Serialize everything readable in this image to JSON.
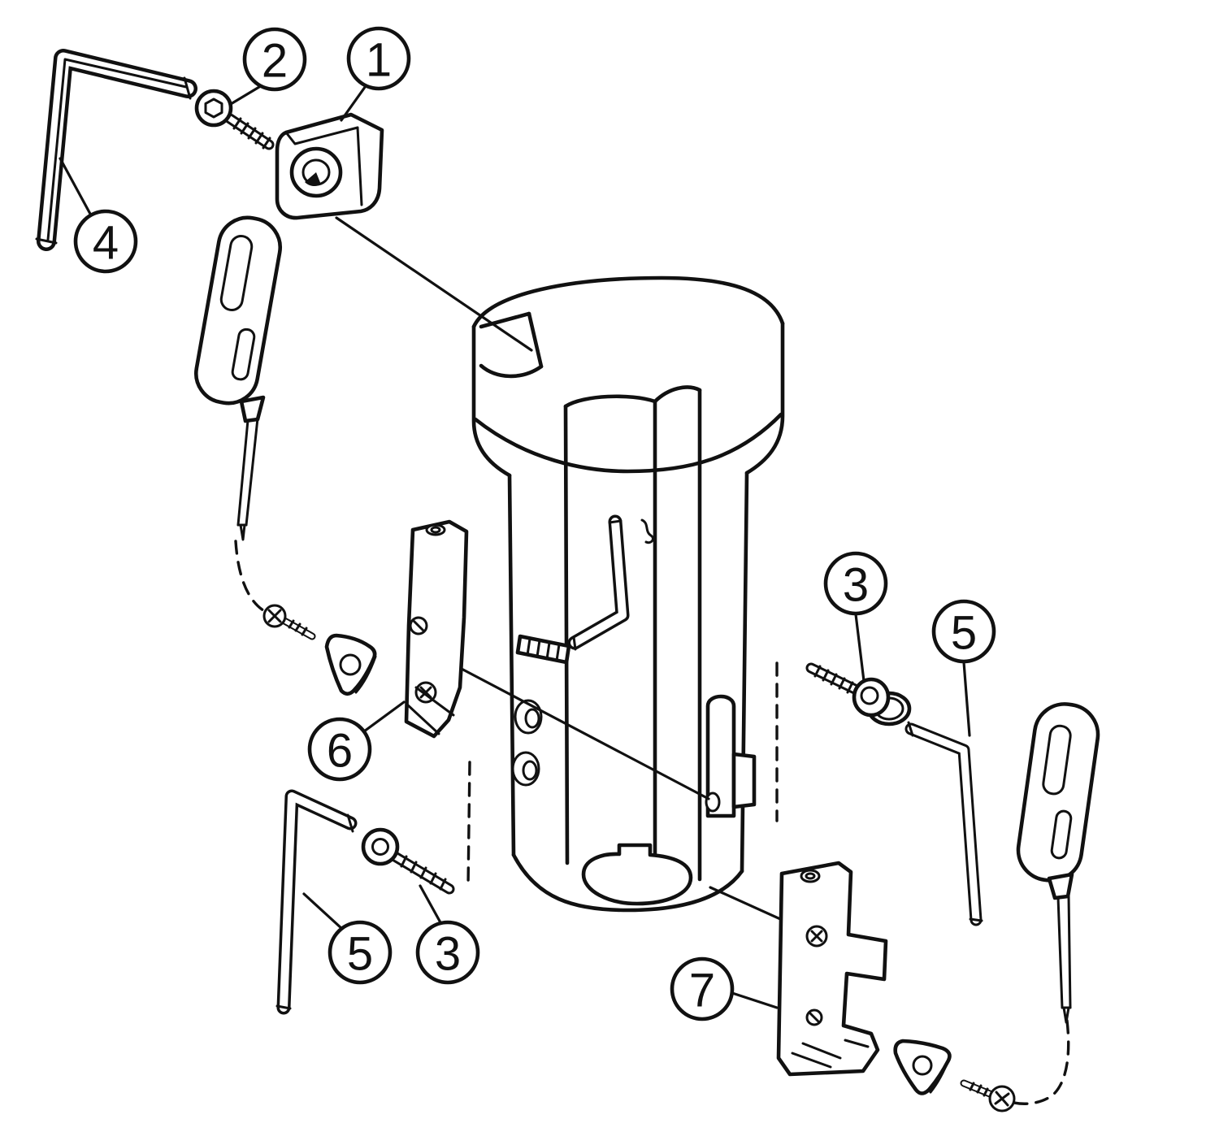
{
  "figure": {
    "type": "exploded-assembly-diagram",
    "background_color": "#ffffff",
    "line_color": "#111111"
  },
  "callouts": [
    {
      "id": "callout-2",
      "label": "2"
    },
    {
      "id": "callout-1",
      "label": "1"
    },
    {
      "id": "callout-4",
      "label": "4"
    },
    {
      "id": "callout-3-right",
      "label": "3"
    },
    {
      "id": "callout-5-right",
      "label": "5"
    },
    {
      "id": "callout-6",
      "label": "6"
    },
    {
      "id": "callout-5-left",
      "label": "5"
    },
    {
      "id": "callout-3-left",
      "label": "3"
    },
    {
      "id": "callout-7",
      "label": "7"
    }
  ]
}
